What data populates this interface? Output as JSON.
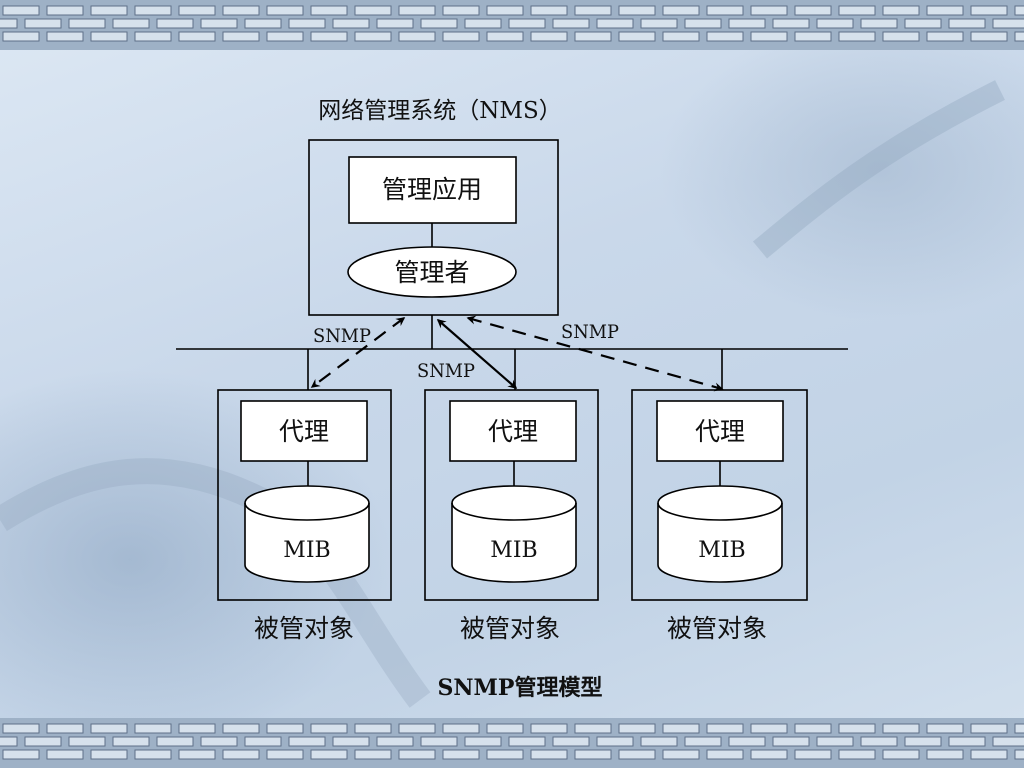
{
  "nms_title": "网络管理系统（NMS）",
  "management_app_label": "管理应用",
  "manager_label": "管理者",
  "snmp_labels": [
    "SNMP",
    "SNMP",
    "SNMP"
  ],
  "agents": [
    {
      "agent_label": "代理",
      "mib_label": "MIB",
      "object_label": "被管对象"
    },
    {
      "agent_label": "代理",
      "mib_label": "MIB",
      "object_label": "被管对象"
    },
    {
      "agent_label": "代理",
      "mib_label": "MIB",
      "object_label": "被管对象"
    }
  ],
  "caption": "SNMP管理模型",
  "colors": {
    "line": "#000000",
    "box_fill": "#ffffff",
    "background": "#c9d8ea"
  }
}
